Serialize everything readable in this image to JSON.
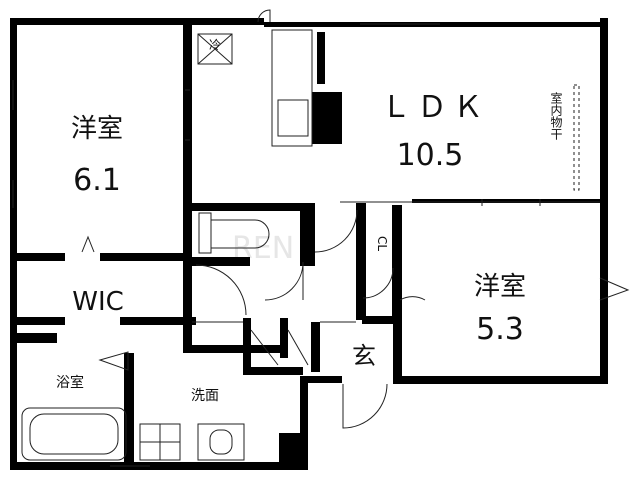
{
  "rooms": {
    "western_room_1": {
      "name": "洋室",
      "size": "6.1"
    },
    "ldk": {
      "name": "ＬＤＫ",
      "size": "10.5"
    },
    "western_room_2": {
      "name": "洋室",
      "size": "5.3"
    },
    "wic": {
      "name": "WIC"
    },
    "bath": {
      "name": "浴室"
    },
    "washroom": {
      "name": "洗面"
    },
    "entrance": {
      "name": "玄"
    },
    "indoor_drying": {
      "name": "室内物干"
    },
    "cold_storage_mark": {
      "name": "冷"
    },
    "closet_mark": {
      "name": "CL"
    }
  },
  "colors": {
    "wall": "#000000",
    "fixture": "#222222",
    "background": "#ffffff"
  },
  "watermark": "REN"
}
